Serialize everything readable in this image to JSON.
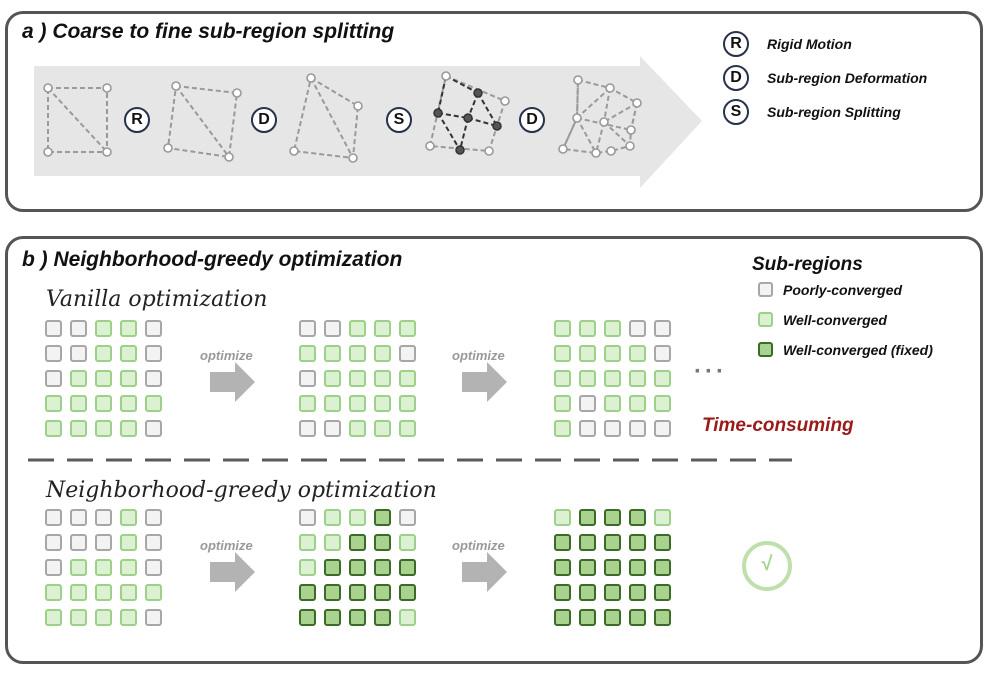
{
  "panel_a": {
    "title": "a ) Coarse to fine sub-region splitting",
    "steps": [
      "R",
      "D",
      "S",
      "D"
    ],
    "legend": [
      {
        "symbol": "R",
        "label": "Rigid Motion"
      },
      {
        "symbol": "D",
        "label": "Sub-region Deformation"
      },
      {
        "symbol": "S",
        "label": "Sub-region Splitting"
      }
    ]
  },
  "panel_b": {
    "title": "b ) Neighborhood-greedy optimization",
    "vanilla_title": "Vanilla optimization",
    "greedy_title": "Neighborhood-greedy optimization",
    "arrow_label": "optimize",
    "ellipsis": "···",
    "time_label": "Time-consuming",
    "check_symbol": "√",
    "legend": {
      "title": "Sub-regions",
      "items": [
        {
          "state": "p",
          "label": "Poorly-converged"
        },
        {
          "state": "w",
          "label": "Well-converged"
        },
        {
          "state": "f",
          "label": "Well-converged (fixed)"
        }
      ]
    },
    "vanilla_grids": [
      [
        "ppwwp",
        "ppwwp",
        "pwwwp",
        "wwwww",
        "wwwwp"
      ],
      [
        "ppwww",
        "wwwwp",
        "pwwww",
        "wwwww",
        "ppwww"
      ],
      [
        "wwwpp",
        "wwwwp",
        "wwwww",
        "wpwww",
        "wpppp"
      ]
    ],
    "greedy_grids": [
      [
        "pppwp",
        "pppwp",
        "pwwwp",
        "wwwww",
        "wwwwp"
      ],
      [
        "pwwfp",
        "wwffw",
        "wffff",
        "fffff",
        "ffffw"
      ],
      [
        "wfffw",
        "fffff",
        "fffff",
        "fffff",
        "fffff"
      ]
    ],
    "colors": {
      "poor_fill": "#f3f3f3",
      "poor_border": "#a7a7a7",
      "well_fill": "#dcf0d2",
      "well_border": "#9dd088",
      "fixed_fill": "#a9d28f",
      "fixed_border": "#3c6a28",
      "time_text": "#9b1b1b"
    }
  }
}
